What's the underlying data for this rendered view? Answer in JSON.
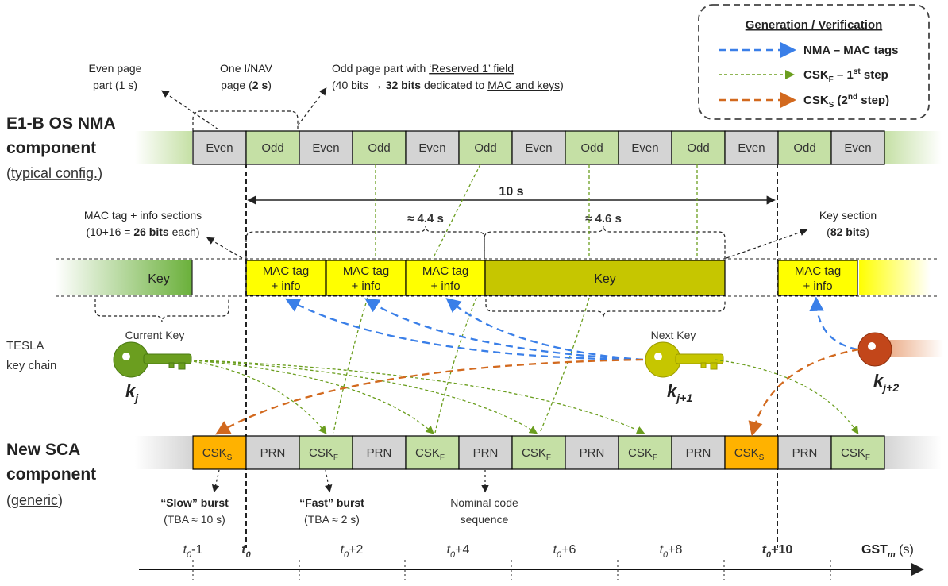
{
  "legend": {
    "title": "Generation / Verification",
    "items": [
      {
        "label": "NMA – MAC tags",
        "color": "#3a7fe8"
      },
      {
        "label": "CSK",
        "sub": "F",
        "suffix": " – 1",
        "sup": "st",
        "tail": " step",
        "color": "#6b9e1f"
      },
      {
        "label": "CSK",
        "sub": "S",
        "suffix": "  (2",
        "sup": "nd",
        "tail": " step)",
        "color": "#d2691e"
      }
    ]
  },
  "nma": {
    "title_line1": "E1-B OS NMA",
    "title_line2": "component",
    "subtitle": "(typical config.)",
    "subtitle_underlined": "typical config.",
    "cells": [
      "Even",
      "Odd",
      "Even",
      "Odd",
      "Even",
      "Odd",
      "Even",
      "Odd",
      "Even",
      "Odd",
      "Even",
      "Odd",
      "Even"
    ]
  },
  "annotations": {
    "even_part_l1": "Even page",
    "even_part_l2": "part (1 s)",
    "inav_l1": "One  I/NAV",
    "inav_l2": "page (",
    "inav_bold": "2 s",
    "inav_end": ")",
    "odd_part_l1": "Odd page part with ",
    "odd_part_field": "‘Reserved 1’ field",
    "odd_part_l2a": "(40 bits → ",
    "odd_part_bold": "32 bits",
    "odd_part_l2b": " dedicated to ",
    "odd_part_ul": "MAC and keys",
    "odd_part_end": ")",
    "ten_s": "10 s",
    "four4": "≈ 4.4 s",
    "four6": "≈ 4.6 s",
    "mac_info_l1": "MAC tag + info sections",
    "mac_info_l2a": "(10+16 = ",
    "mac_info_bold": "26 bits",
    "mac_info_l2b": " each)",
    "key_sec_l1": "Key section",
    "key_sec_l2a": "(",
    "key_sec_bold": "82 bits",
    "key_sec_l2b": ")"
  },
  "sections": {
    "key_left": "Key",
    "mac_l1": "MAC tag",
    "mac_l2": "+ info",
    "key_mid": "Key"
  },
  "tesla": {
    "label_l1": "TESLA",
    "label_l2": "key chain",
    "current_key": "Current  Key",
    "next_key": "Next Key",
    "k": "k",
    "kj_sub": "j",
    "kj1_sub": "j+1",
    "kj2_sub": "j+2"
  },
  "sca": {
    "title_line1": "New SCA",
    "title_line2": "component",
    "subtitle": "(generic)",
    "subtitle_underlined": "generic",
    "cells": [
      {
        "t": "CSK",
        "s": "S",
        "k": "slow"
      },
      {
        "t": "PRN",
        "s": "",
        "k": "prn"
      },
      {
        "t": "CSK",
        "s": "F",
        "k": "fast"
      },
      {
        "t": "PRN",
        "s": "",
        "k": "prn"
      },
      {
        "t": "CSK",
        "s": "F",
        "k": "fast"
      },
      {
        "t": "PRN",
        "s": "",
        "k": "prn"
      },
      {
        "t": "CSK",
        "s": "F",
        "k": "fast"
      },
      {
        "t": "PRN",
        "s": "",
        "k": "prn"
      },
      {
        "t": "CSK",
        "s": "F",
        "k": "fast"
      },
      {
        "t": "PRN",
        "s": "",
        "k": "prn"
      },
      {
        "t": "CSK",
        "s": "S",
        "k": "slow"
      },
      {
        "t": "PRN",
        "s": "",
        "k": "prn"
      },
      {
        "t": "CSK",
        "s": "F",
        "k": "fast"
      }
    ],
    "slow_l1a": "“Slow”",
    "slow_l1b": " burst",
    "slow_l2": "(TBA ≈ 10 s)",
    "fast_l1a": "“Fast”",
    "fast_l1b": " burst",
    "fast_l2": "(TBA ≈ 2 s)",
    "nominal_l1": "Nominal code",
    "nominal_l2": "sequence"
  },
  "axis": {
    "ticks": [
      {
        "t": "t",
        "sub": "0",
        "suf": "-1",
        "bold": false
      },
      {
        "t": "t",
        "sub": "0",
        "suf": "",
        "bold": true
      },
      {
        "t": "t",
        "sub": "0",
        "suf": "+2",
        "bold": false
      },
      {
        "t": "t",
        "sub": "0",
        "suf": "+4",
        "bold": false
      },
      {
        "t": "t",
        "sub": "0",
        "suf": "+6",
        "bold": false
      },
      {
        "t": "t",
        "sub": "0",
        "suf": "+8",
        "bold": false
      },
      {
        "t": "t",
        "sub": "0",
        "suf": "+10",
        "bold": true
      }
    ],
    "unit_main": "GST",
    "unit_sub": "m",
    "unit_suffix": " (s)"
  }
}
